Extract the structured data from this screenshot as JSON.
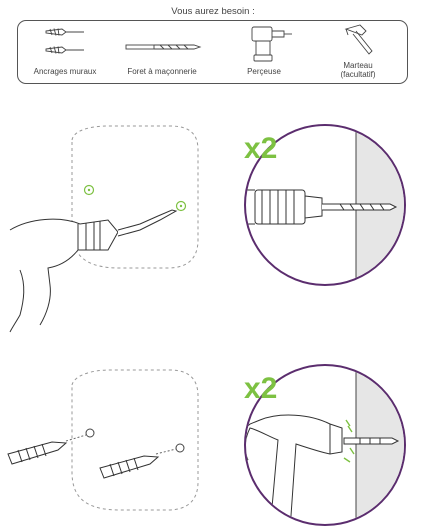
{
  "heading": "Vous aurez besoin :",
  "tools": [
    {
      "label": "Ancrages muraux",
      "icon": "wall-anchors-icon"
    },
    {
      "label": "Foret à maçonnerie",
      "icon": "masonry-drill-bit-icon"
    },
    {
      "label": "Perçeuse",
      "icon": "drill-icon"
    },
    {
      "label": "Marteau",
      "label2": "(facultatif)",
      "icon": "hammer-icon"
    }
  ],
  "steps": [
    {
      "multiplier": "x2"
    },
    {
      "multiplier": "x2"
    }
  ],
  "colors": {
    "accent": "#7dc142",
    "circle": "#5b2d6e",
    "line": "#444444",
    "wall": "#e6e6e6"
  }
}
